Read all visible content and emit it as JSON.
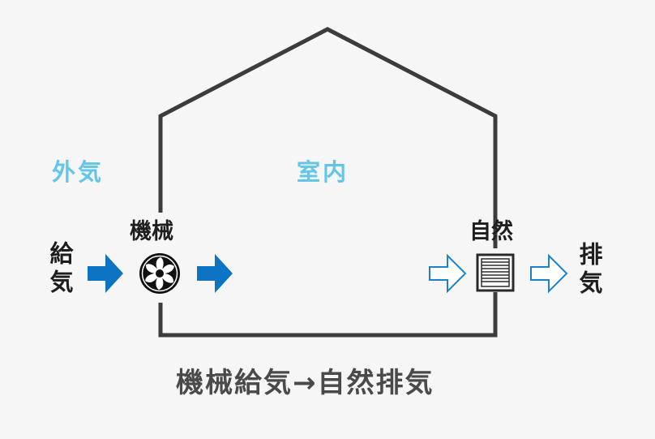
{
  "diagram": {
    "outside_label": "外気",
    "inside_label": "室内",
    "supply_label": "給気",
    "exhaust_label": "排気",
    "mechanical_label": "機械",
    "natural_label": "自然",
    "caption": "機械給気→自然排気"
  },
  "colors": {
    "cyan_text": "#63c6e8",
    "arrow_blue": "#0d74c4",
    "house_line": "#3c3c3c",
    "caption_text": "#4a4a4a"
  },
  "icons": {
    "fan": "fan-icon",
    "vent": "louver-vent-icon"
  }
}
